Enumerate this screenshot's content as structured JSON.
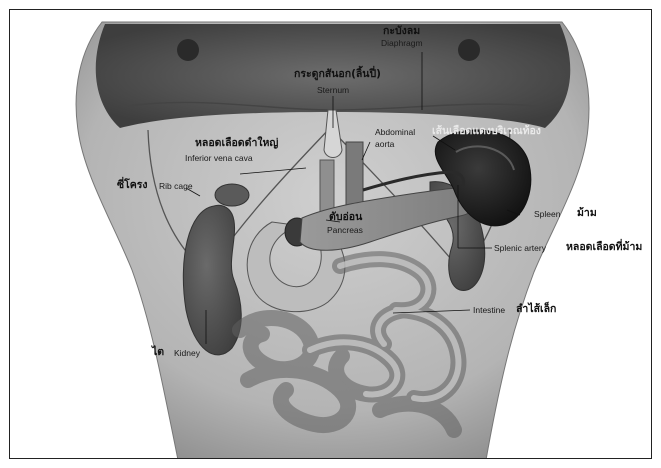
{
  "labels": {
    "diaphragm_th": "กะบังลม",
    "diaphragm_en": "Diaphragm",
    "sternum_th": "กระดูกสันอก(ลิ้นปี่)",
    "sternum_en": "Sternum",
    "abdominal_aorta_en_1": "Abdominal",
    "abdominal_aorta_en_2": "aorta",
    "abdominal_aorta_th": "เส้นเลือดแดงบริเวณท้อง",
    "ivc_th": "หลอดเลือดดำใหญ่",
    "ivc_en": "Inferior vena cava",
    "rib_cage_th": "ซี่โครง",
    "rib_cage_en": "Rib cage",
    "pancreas_th": "ตับอ่อน",
    "pancreas_en": "Pancreas",
    "spleen_en": "Spleen",
    "spleen_th": "ม้าม",
    "splenic_artery_en": "Splenic artery",
    "splenic_artery_th": "หลอดเลือดที่ม้าม",
    "intestine_en": "Intestine",
    "intestine_th": "ลำไส้เล็ก",
    "kidney_th": "ไต",
    "kidney_en": "Kidney"
  }
}
